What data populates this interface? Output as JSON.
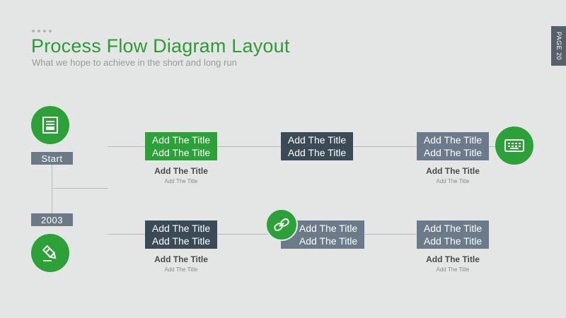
{
  "header": {
    "title": "Process Flow Diagram Layout",
    "subtitle": "What we hope to achieve in the short and long run",
    "page_tag": "PAGE 20"
  },
  "timeline": {
    "start_label": "Start",
    "year_label": "2003"
  },
  "row1": {
    "box1": {
      "line1": "Add The Title",
      "line2": "Add The Title",
      "caption_title": "Add The Title",
      "caption_sub": "Add The Title"
    },
    "box2": {
      "line1": "Add The Title",
      "line2": "Add The Title"
    },
    "box3": {
      "line1": "Add The Title",
      "line2": "Add The Title",
      "caption_title": "Add The Title",
      "caption_sub": "Add The Title"
    }
  },
  "row2": {
    "box1": {
      "line1": "Add The Title",
      "line2": "Add The Title",
      "caption_title": "Add The Title",
      "caption_sub": "Add The Title"
    },
    "box2": {
      "line1": "Add The Title",
      "line2": "Add The Title"
    },
    "box3": {
      "line1": "Add The Title",
      "line2": "Add The Title",
      "caption_title": "Add The Title",
      "caption_sub": "Add The Title"
    }
  },
  "icons": {
    "start": "document-icon",
    "row1_end": "keyboard-icon",
    "year": "marker-icon",
    "row2_mid": "link-icon"
  },
  "colors": {
    "accent_green": "#2ba137",
    "dark_slate": "#3b4a57",
    "slate": "#6c7b8b",
    "background": "#e4e5e5"
  }
}
